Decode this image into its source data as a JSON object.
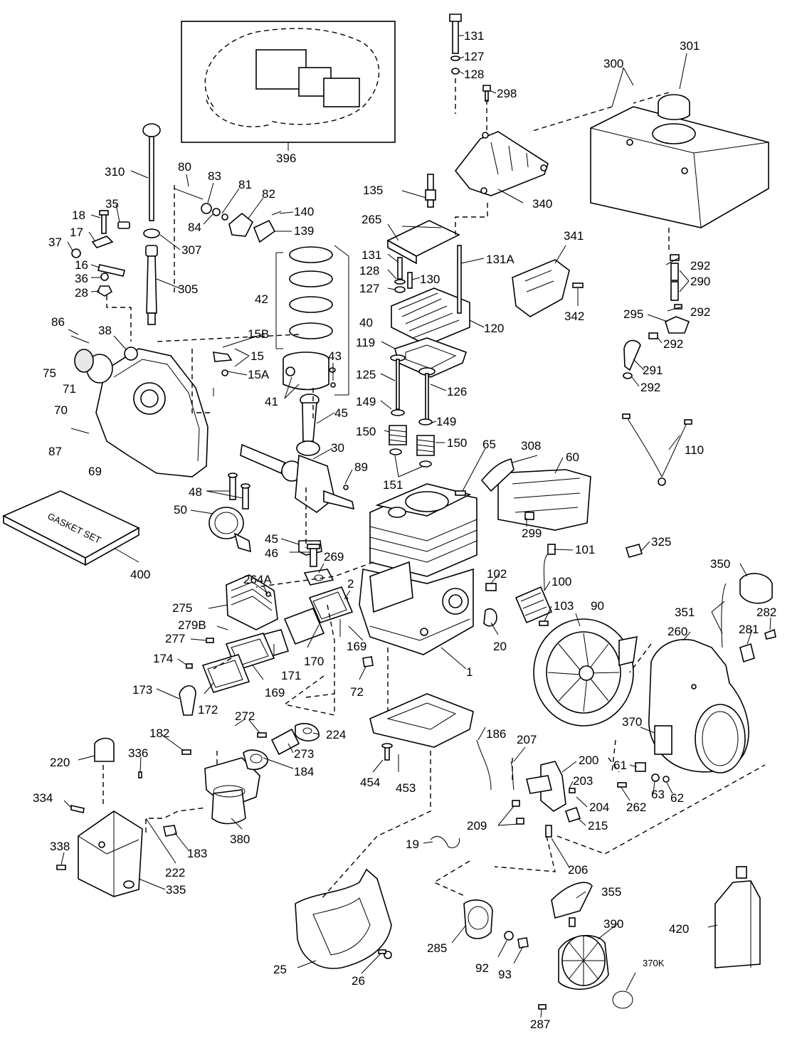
{
  "labels": {
    "l1": "1",
    "l2": "2",
    "l15": "15",
    "l15A": "15A",
    "l15B": "15B",
    "l16": "16",
    "l17": "17",
    "l18": "18",
    "l19": "19",
    "l20": "20",
    "l25": "25",
    "l26": "26",
    "l28": "28",
    "l30": "30",
    "l35": "35",
    "l36": "36",
    "l37": "37",
    "l38": "38",
    "l40": "40",
    "l41": "41",
    "l42": "42",
    "l43": "43",
    "l45a": "45",
    "l45b": "45",
    "l46": "46",
    "l48": "48",
    "l50": "50",
    "l60": "60",
    "l61": "61",
    "l62": "62",
    "l63": "63",
    "l65": "65",
    "l69": "69",
    "l70": "70",
    "l71": "71",
    "l72": "72",
    "l75": "75",
    "l80": "80",
    "l81": "81",
    "l82": "82",
    "l83": "83",
    "l84": "84",
    "l86": "86",
    "l87": "87",
    "l89": "89",
    "l90": "90",
    "l92": "92",
    "l93": "93",
    "l100": "100",
    "l101": "101",
    "l102": "102",
    "l103": "103",
    "l110": "110",
    "l119": "119",
    "l120": "120",
    "l125": "125",
    "l126": "126",
    "l127a": "127",
    "l127b": "127",
    "l128a": "128",
    "l128b": "128",
    "l130": "130",
    "l131a": "131",
    "l131b": "131",
    "l131A": "131A",
    "l135": "135",
    "l139": "139",
    "l140": "140",
    "l149a": "149",
    "l149b": "149",
    "l150a": "150",
    "l150b": "150",
    "l151": "151",
    "l169a": "169",
    "l169b": "169",
    "l170": "170",
    "l171": "171",
    "l172": "172",
    "l173": "173",
    "l174": "174",
    "l182": "182",
    "l183": "183",
    "l184": "184",
    "l186": "186",
    "l200": "200",
    "l203": "203",
    "l204": "204",
    "l206": "206",
    "l207": "207",
    "l209": "209",
    "l215": "215",
    "l220": "220",
    "l222": "222",
    "l224": "224",
    "l260": "260",
    "l262": "262",
    "l264A": "264A",
    "l265": "265",
    "l269": "269",
    "l272": "272",
    "l273": "273",
    "l275": "275",
    "l277": "277",
    "l279B": "279B",
    "l281": "281",
    "l282": "282",
    "l285": "285",
    "l287": "287",
    "l290": "290",
    "l291": "291",
    "l292a": "292",
    "l292b": "292",
    "l292c": "292",
    "l292d": "292",
    "l295": "295",
    "l298": "298",
    "l299": "299",
    "l300": "300",
    "l301": "301",
    "l305": "305",
    "l307": "307",
    "l308": "308",
    "l310": "310",
    "l325": "325",
    "l334": "334",
    "l335": "335",
    "l336": "336",
    "l338": "338",
    "l340": "340",
    "l341": "341",
    "l342": "342",
    "l350": "350",
    "l351": "351",
    "l355": "355",
    "l370": "370",
    "l370K": "370K",
    "l380": "380",
    "l390": "390",
    "l396": "396",
    "l400": "400",
    "l420": "420",
    "l453": "453",
    "l454": "454"
  },
  "gasket_book": {
    "cover_text": "GASKET SET"
  }
}
